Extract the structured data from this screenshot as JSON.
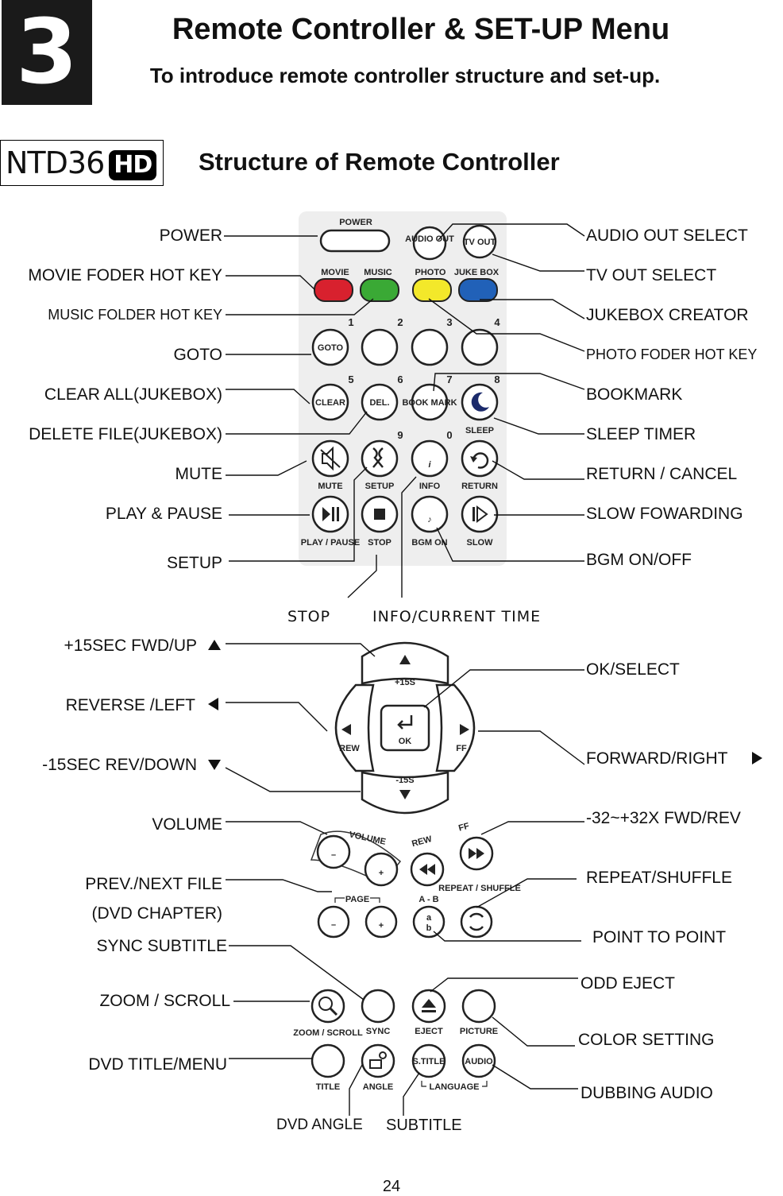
{
  "header": {
    "chapter_number": "3",
    "title": "Remote Controller & SET-UP Menu",
    "subtitle": "To introduce remote controller structure and set-up.",
    "model": "NTD36",
    "model_badge": "HD",
    "section_title": "Structure of Remote Controller"
  },
  "left_labels": {
    "power": "POWER",
    "movie": "MOVIE FODER HOT KEY",
    "music": "MUSIC FOLDER HOT KEY",
    "goto": "GOTO",
    "clear_all": "CLEAR ALL(JUKEBOX)",
    "delete_file": "DELETE FILE(JUKEBOX)",
    "mute": "MUTE",
    "play_pause": "PLAY & PAUSE",
    "setup": "SETUP",
    "fwd_up": "+15SEC FWD/UP",
    "reverse_left": "REVERSE /LEFT",
    "rev_down": "-15SEC REV/DOWN",
    "volume": "VOLUME",
    "prev_next": "PREV./NEXT FILE",
    "dvd_chapter": "(DVD CHAPTER)",
    "sync_subtitle": "SYNC SUBTITLE",
    "zoom_scroll": "ZOOM / SCROLL",
    "dvd_title_menu": "DVD TITLE/MENU"
  },
  "right_labels": {
    "audio_out": "AUDIO OUT SELECT",
    "tv_out": "TV OUT SELECT",
    "jukebox": "JUKEBOX CREATOR",
    "photo": "PHOTO FODER HOT KEY",
    "bookmark": "BOOKMARK",
    "sleep_timer": "SLEEP TIMER",
    "return_cancel": "RETURN / CANCEL",
    "slow_fwd": "SLOW FOWARDING",
    "bgm": "BGM ON/OFF",
    "ok_select": "OK/SELECT",
    "forward_right": "FORWARD/RIGHT",
    "fwd_rev_speed": "-32~+32X FWD/REV",
    "repeat_shuffle": "REPEAT/SHUFFLE",
    "point_to_point": "POINT TO POINT",
    "odd_eject": "ODD EJECT",
    "color_setting": "COLOR SETTING",
    "dubbing_audio": "DUBBING AUDIO"
  },
  "bottom_labels": {
    "stop": "STOP",
    "info": "INFO/CURRENT TIME",
    "dvd_angle": "DVD ANGLE",
    "subtitle": "SUBTITLE"
  },
  "remote_keys": {
    "power": "POWER",
    "audio_out": "AUDIO OUT",
    "tv_out": "TV OUT",
    "movie": "MOVIE",
    "music": "MUSIC",
    "photo": "PHOTO",
    "jukebox": "JUKE BOX",
    "goto": "GOTO",
    "clear": "CLEAR",
    "del": "DEL.",
    "bookmark": "BOOK MARK",
    "sleep": "SLEEP",
    "mute": "MUTE",
    "setup": "SETUP",
    "info": "INFO",
    "return": "RETURN",
    "play_pause": "PLAY / PAUSE",
    "stop": "STOP",
    "bgm_on": "BGM ON",
    "slow": "SLOW",
    "plus15": "+15S",
    "minus15": "-15S",
    "rew": "REW",
    "ff": "FF",
    "ok": "OK",
    "volume": "VOLUME",
    "page": "PAGE",
    "a_b": "A - B",
    "repeat_shuffle": "REPEAT / SHUFFLE",
    "zoom_scroll": "ZOOM / SCROLL",
    "sync": "SYNC",
    "eject": "EJECT",
    "picture": "PICTURE",
    "title": "TITLE",
    "angle": "ANGLE",
    "s_title": "S.TITLE",
    "audio": "AUDIO",
    "language": "LANGUAGE"
  },
  "digits": [
    "1",
    "2",
    "3",
    "4",
    "5",
    "6",
    "7",
    "8",
    "9",
    "0"
  ],
  "colors": {
    "red": "#d8212e",
    "green": "#3aa935",
    "yellow": "#f3e82a",
    "blue": "#2161b8"
  },
  "page_number": "24"
}
